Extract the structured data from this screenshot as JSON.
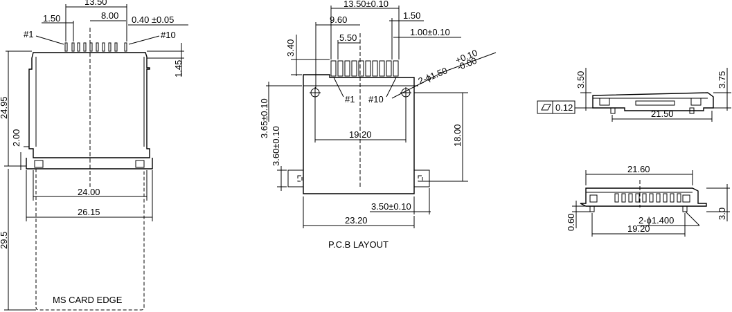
{
  "left_view": {
    "dims": {
      "overall_pitch": "13.50",
      "span_8": "8.00",
      "pin_offset": "1.50",
      "pin_width": "0.40 ±0.05",
      "pin_height": "1.45",
      "body_height": "24.95",
      "step": "2.00",
      "inner_width": "24.00",
      "outer_width": "26.15",
      "card_length": "29.5"
    },
    "pin_first": "#1",
    "pin_last": "#10",
    "card_label": "MS CARD EDGE"
  },
  "pcb_layout": {
    "title": "P.C.B LAYOUT",
    "dims": {
      "pitch_span": "13.50±0.10",
      "span_960": "9.60",
      "span_550": "5.50",
      "offset_150": "1.50",
      "pad_width": "1.00±0.10",
      "pad_height": "3.40",
      "hole_callout": "2-ϕ1.50",
      "hole_tol_upper": "+0.10",
      "hole_tol_lower": "-0.00",
      "hole_spacing": "19.20",
      "depth": "18.00",
      "dim_365": "3.65±0.10",
      "dim_360": "3.60±0.10",
      "dim_350": "3.50±0.10",
      "overall_width": "23.20"
    },
    "pin_first": "#1",
    "pin_last": "#10"
  },
  "side_view": {
    "dims": {
      "height_left": "3.50",
      "height_right": "3.75",
      "length": "21.50"
    },
    "flatness": {
      "symbol": "flatness-symbol",
      "value": "0.12"
    }
  },
  "bottom_view": {
    "dims": {
      "length": "21.60",
      "height": "0.60",
      "right_height": "3.0",
      "peg_callout": "2-ϕ1.400",
      "peg_spacing": "19.20"
    }
  }
}
